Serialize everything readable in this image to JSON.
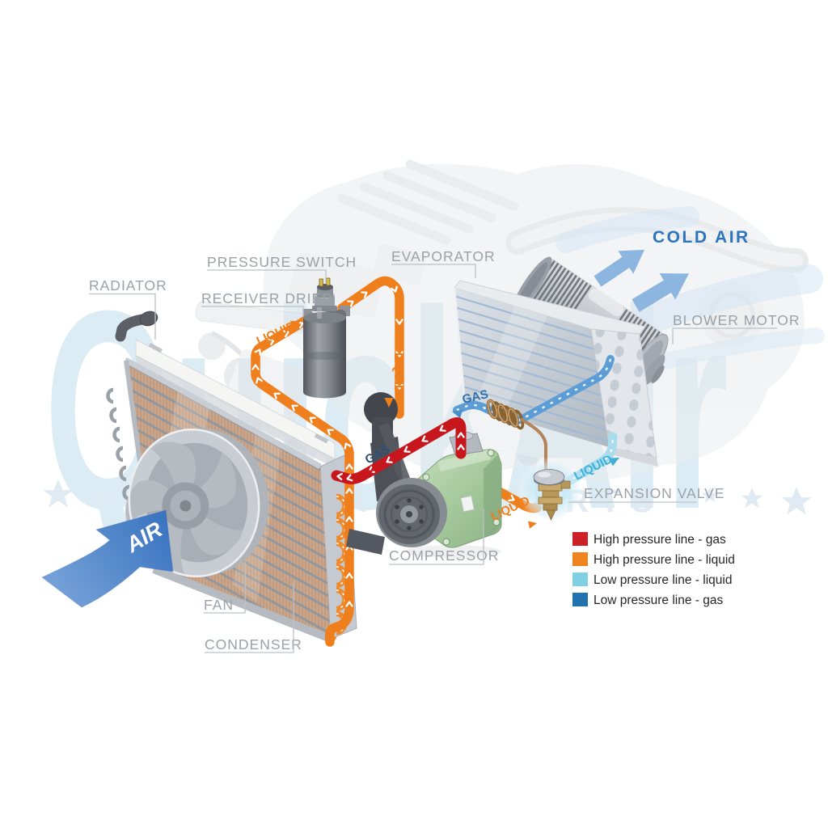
{
  "diagram": {
    "component_labels": {
      "radiator": "RADIATOR",
      "pressure_switch": "PRESSURE SWITCH",
      "receiver_drier": "RECEIVER DRIER",
      "evaporator": "EVAPORATOR",
      "blower_motor": "BLOWER MOTOR",
      "expansion_valve": "EXPANSION VALVE",
      "compressor": "COMPRESSOR",
      "fan": "FAN",
      "condenser": "CONDENSER"
    },
    "flow_labels": {
      "cold_air": "COLD AIR",
      "air": "AIR",
      "gas_high_pressure": "GAS",
      "gas_low_pressure": "GAS",
      "liquid_into_drier": "LIQUID",
      "liquid_down_run": "LIQUID",
      "liquid_to_valve": "LIQUID",
      "liquid_low_pressure": "LIQUID"
    },
    "legend": {
      "items": [
        {
          "color": "#cd2027",
          "label": "High pressure line - gas"
        },
        {
          "color": "#f0831f",
          "label": "High pressure line - liquid"
        },
        {
          "color": "#7ed0e2",
          "label": "Low pressure line - liquid"
        },
        {
          "color": "#2173b0",
          "label": "Low pressure line -  gas"
        }
      ]
    },
    "watermark": {
      "brand": "QuickAir",
      "tagline": "AUTO PARTS"
    },
    "colors": {
      "high_gas_line": "#c8161d",
      "high_liquid_line": "#ef7f1c",
      "low_liquid_line": "#a7dcec",
      "low_gas_line": "#5b9dd4",
      "cold_air_text": "#2e74bc"
    }
  }
}
